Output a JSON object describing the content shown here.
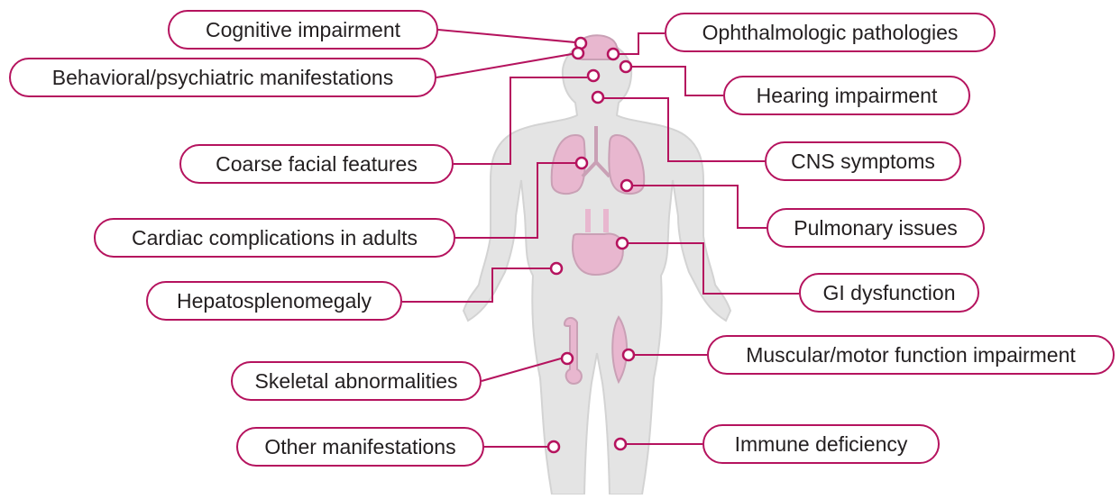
{
  "colors": {
    "accent": "#b5135e",
    "body": "#e4e4e4",
    "organ": "#e8b7cf",
    "text": "#231f20"
  },
  "labels": {
    "cognitive": "Cognitive impairment",
    "behavioral": "Behavioral/psychiatric manifestations",
    "ophthalmologic": "Ophthalmologic pathologies",
    "hearing": "Hearing impairment",
    "coarse": "Coarse facial features",
    "cns": "CNS symptoms",
    "cardiac": "Cardiac complications in adults",
    "pulmonary": "Pulmonary issues",
    "hepato": "Hepatosplenomegaly",
    "gi": "GI dysfunction",
    "skeletal": "Skeletal abnormalities",
    "muscular": "Muscular/motor function impairment",
    "other": "Other manifestations",
    "immune": "Immune deficiency"
  }
}
